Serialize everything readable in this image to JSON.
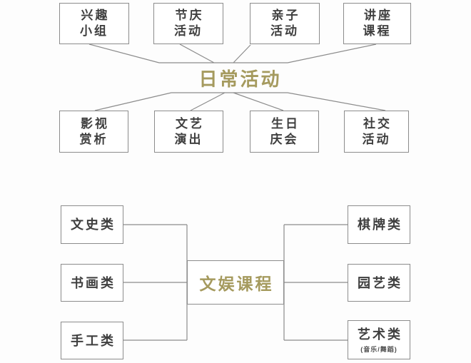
{
  "palette": {
    "background": "#fdfdfd",
    "box_fill": "#ffffff",
    "line_color": "#8c8c8c",
    "box_text_color": "#3f3f3f",
    "center_text_color": "#a59a5e"
  },
  "daily_activities_map": {
    "center_label": "日常活动",
    "top_row": [
      {
        "label": "兴趣\n小组"
      },
      {
        "label": "节庆\n活动"
      },
      {
        "label": "亲子\n活动"
      },
      {
        "label": "讲座\n课程"
      }
    ],
    "bottom_row": [
      {
        "label": "影视\n赏析"
      },
      {
        "label": "文艺\n演出"
      },
      {
        "label": "生日\n庆会"
      },
      {
        "label": "社交\n活动"
      }
    ]
  },
  "culture_courses_map": {
    "center_label": "文娱课程",
    "left_column": [
      {
        "label": "文史类"
      },
      {
        "label": "书画类"
      },
      {
        "label": "手工类"
      }
    ],
    "right_column": [
      {
        "label": "棋牌类"
      },
      {
        "label": "园艺类"
      },
      {
        "label": "艺术类",
        "sublabel": "(音乐/舞蹈)"
      }
    ]
  }
}
